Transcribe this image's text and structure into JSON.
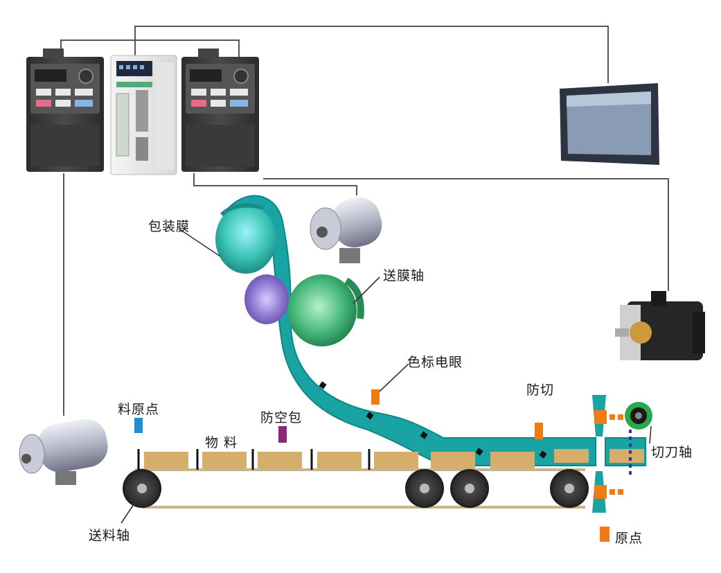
{
  "labels": {
    "packaging_film": "包装膜",
    "film_feed_shaft": "送膜轴",
    "color_mark_sensor": "色标电眼",
    "anti_cut": "防切",
    "material_origin": "料原点",
    "anti_empty_bag": "防空包",
    "material": "物 料",
    "cutter_shaft": "切刀轴",
    "feed_shaft": "送料轴",
    "origin": "原点"
  },
  "colors": {
    "film": "#1aa3a3",
    "film_dark": "#0f8585",
    "roller_teal": "#3cc6b5",
    "roller_green": "#34a86a",
    "roller_purple": "#8a74cf",
    "product": "#d4ae6a",
    "sensor_orange": "#f07b14",
    "sensor_blue": "#1c8fd6",
    "sensor_purple": "#8c2a7a",
    "wheel": "#3a3a3a",
    "wire": "#555555",
    "drive_body": "#3d3d3d",
    "hmi_frame": "#2b3440",
    "hmi_screen": "#8a9cb5"
  }
}
